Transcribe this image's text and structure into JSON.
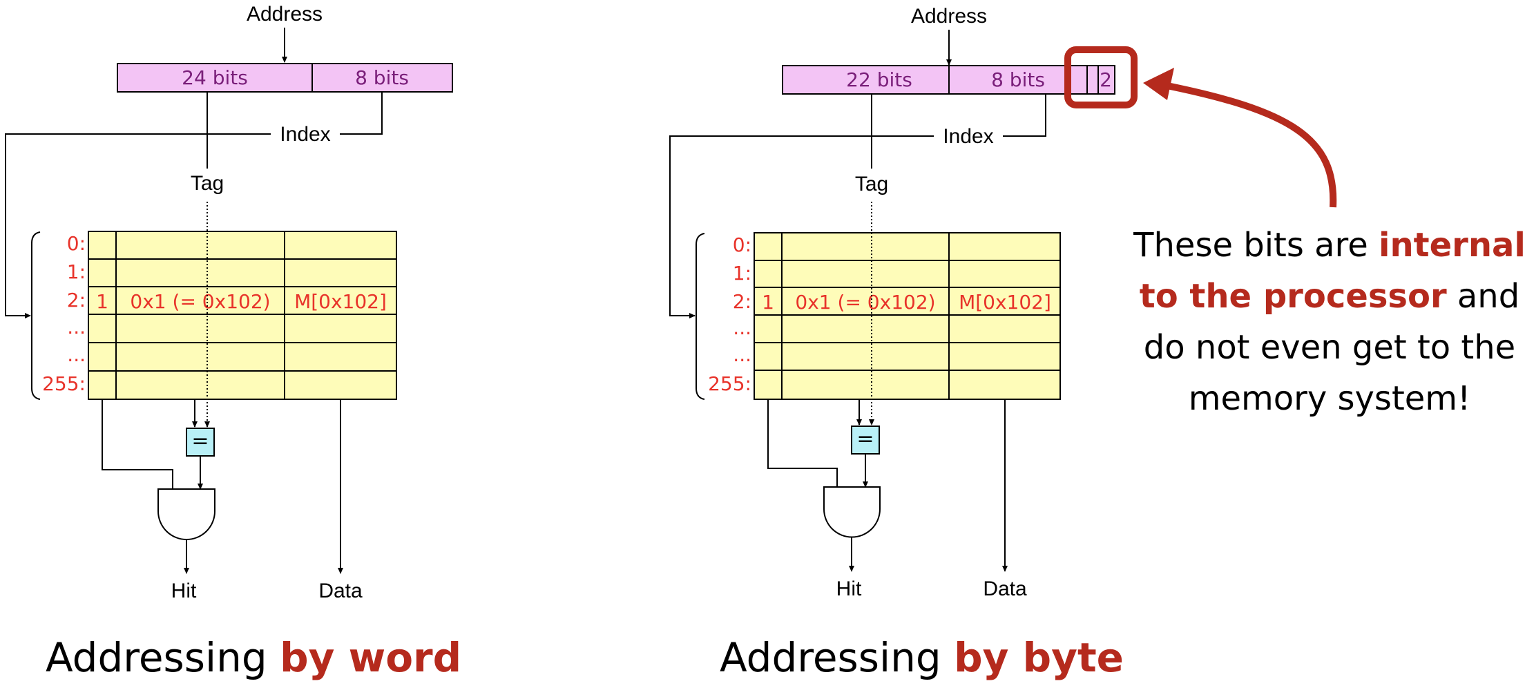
{
  "left": {
    "address_label": "Address",
    "field_tag": "24 bits",
    "field_index": "8 bits",
    "index_label": "Index",
    "tag_label": "Tag",
    "rows": [
      "0:",
      "1:",
      "2:",
      "...",
      "...",
      "255:"
    ],
    "row2_valid": "1",
    "row2_tag": "0x1 (= 0x102)",
    "row2_data": "M[0x102]",
    "compare": "=",
    "hit_label": "Hit",
    "data_label": "Data",
    "caption_plain": "Addressing ",
    "caption_bold": "by word"
  },
  "right": {
    "address_label": "Address",
    "field_tag": "22 bits",
    "field_index": "8 bits",
    "field_offset": "2",
    "index_label": "Index",
    "tag_label": "Tag",
    "rows": [
      "0:",
      "1:",
      "2:",
      "...",
      "...",
      "255:"
    ],
    "row2_valid": "1",
    "row2_tag": "0x1 (= 0x102)",
    "row2_data": "M[0x102]",
    "compare": "=",
    "hit_label": "Hit",
    "data_label": "Data",
    "caption_plain": "Addressing ",
    "caption_bold": "by byte"
  },
  "note": {
    "line1_plain": "These bits are ",
    "line1_bold": "internal",
    "line2_bold": "to the processor",
    "line2_plain": " and",
    "line3": "do not even get to the",
    "line4": "memory system!"
  },
  "colors": {
    "address_fill": "#f3c4f5",
    "table_fill": "#fefcb9",
    "compare_fill": "#b9f0f7",
    "accent_red": "#b52a1d",
    "row_text_red": "#e8332a"
  }
}
